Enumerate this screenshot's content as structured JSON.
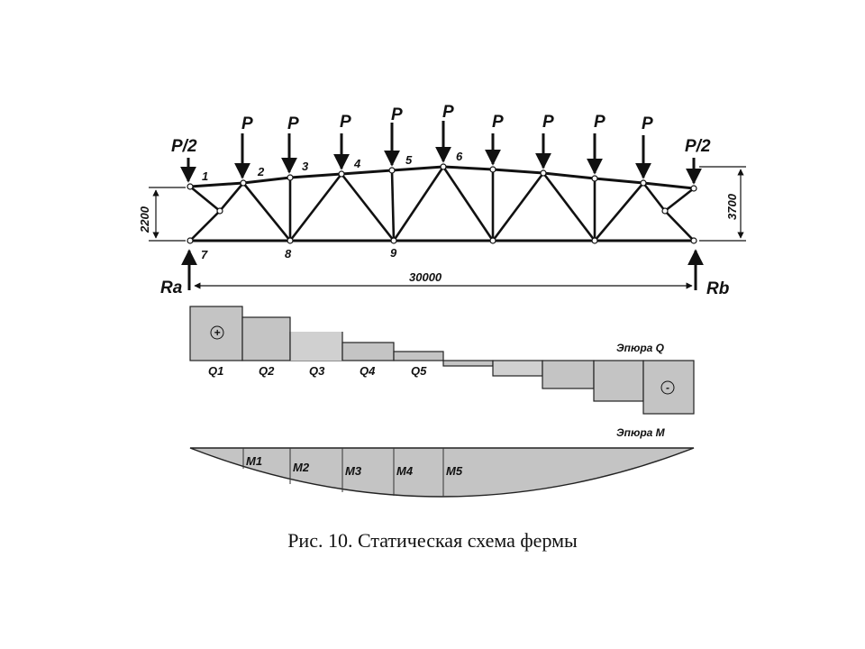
{
  "caption": "Рис. 10. Статическая схема фермы",
  "truss": {
    "load_end": "P/2",
    "load_mid": "P",
    "top_nodes": [
      "1",
      "2",
      "3",
      "4",
      "5",
      "6"
    ],
    "bottom_nodes": [
      "7",
      "8",
      "9"
    ],
    "reaction_left": "Ra",
    "reaction_right": "Rb",
    "span": "30000",
    "height_support": "2200",
    "height_middle": "3700"
  },
  "shear_diagram": {
    "title": "Эпюра Q",
    "labels": [
      "Q1",
      "Q2",
      "Q3",
      "Q4",
      "Q5"
    ],
    "sign_positive": "+",
    "sign_negative": "-"
  },
  "moment_diagram": {
    "title": "Эпюра M",
    "labels": [
      "M1",
      "M2",
      "M3",
      "M4",
      "M5"
    ]
  },
  "colors": {
    "line": "#111111",
    "fill": "#c4c4c4",
    "fill_light": "#d0d0d0"
  }
}
